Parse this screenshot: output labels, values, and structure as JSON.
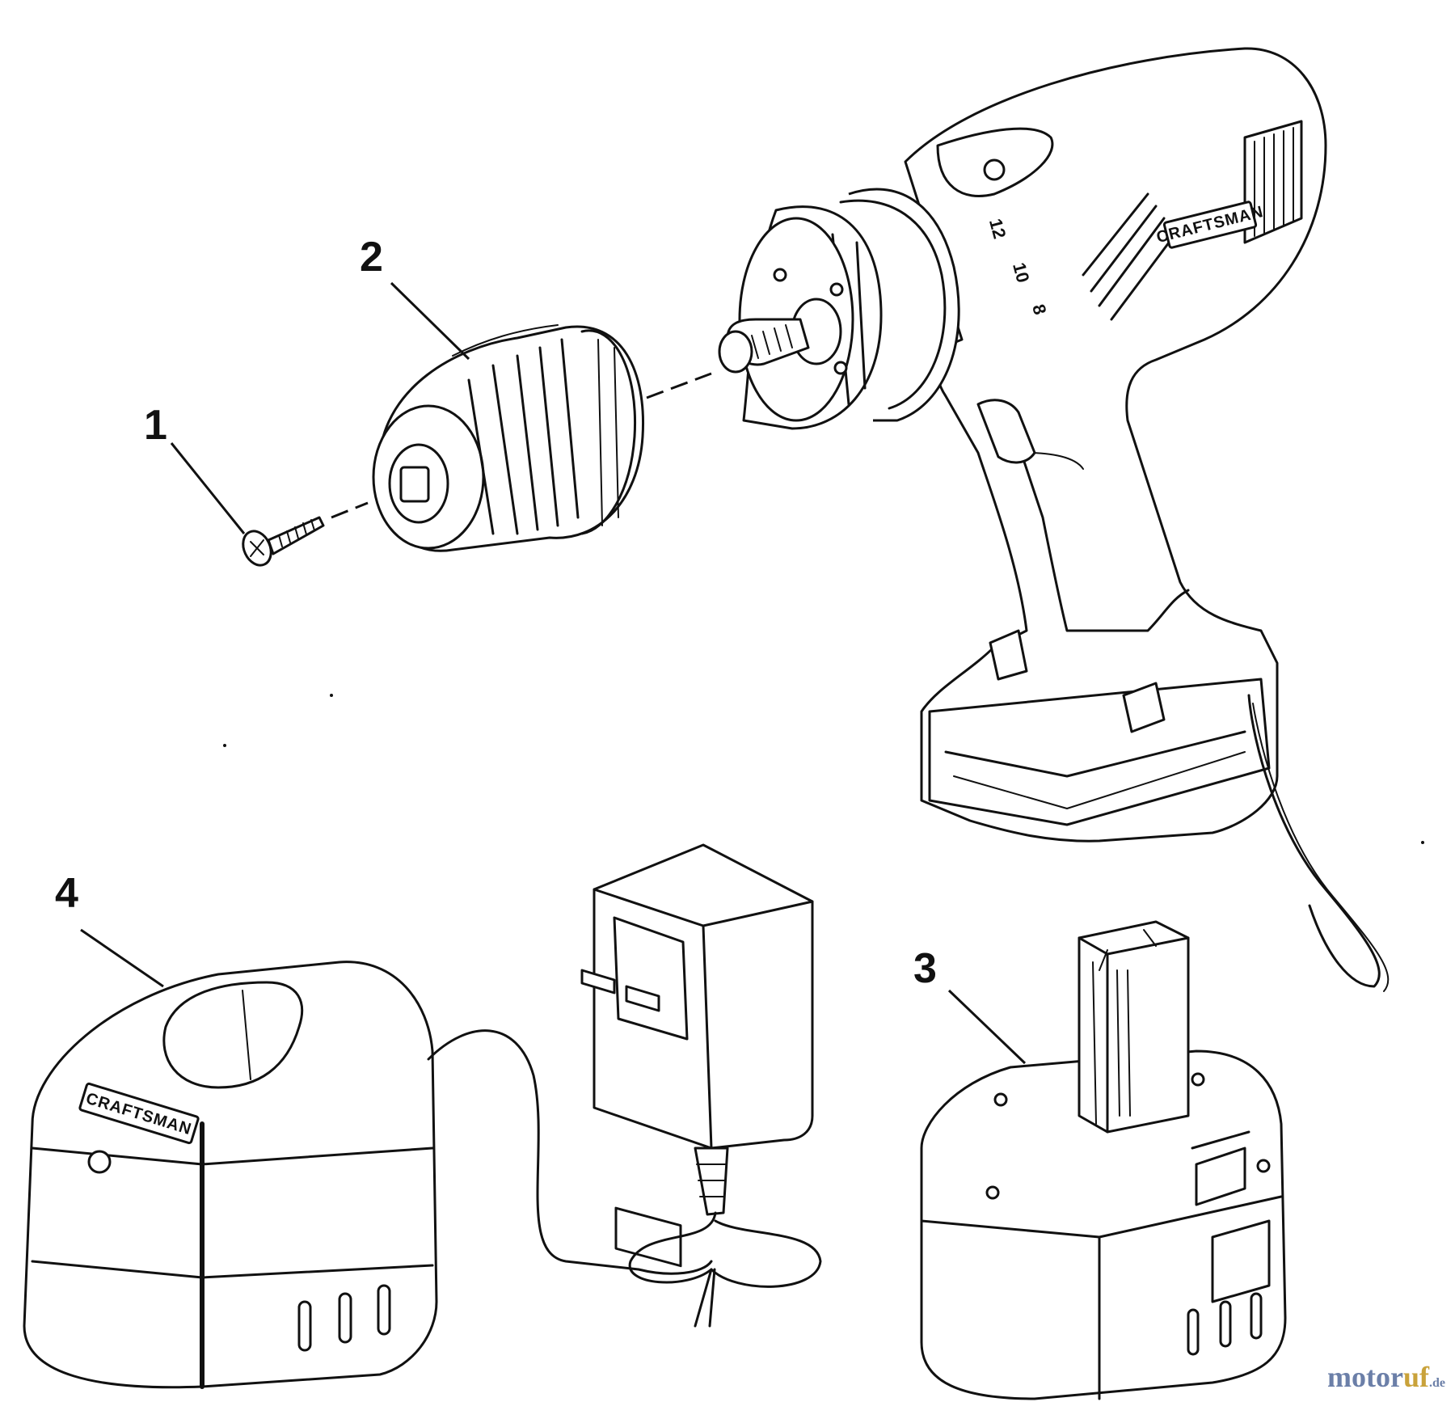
{
  "callouts": [
    {
      "id": "1",
      "label": "1"
    },
    {
      "id": "2",
      "label": "2"
    },
    {
      "id": "3",
      "label": "3"
    },
    {
      "id": "4",
      "label": "4"
    }
  ],
  "brand_labels": {
    "drill": "CRAFTSMAN",
    "charger": "CRAFTSMAN"
  },
  "dial_numbers": [
    "12",
    "10",
    "8"
  ],
  "watermark": {
    "part1": "motor",
    "part2": "uf",
    "part3": ".de"
  }
}
